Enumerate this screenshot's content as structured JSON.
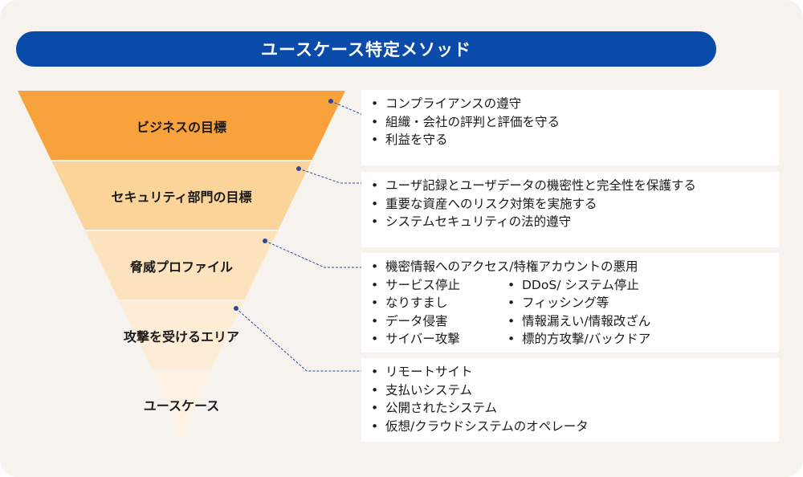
{
  "title": "ユースケース特定メソッド",
  "colors": {
    "title_bar": "#0a4aa8",
    "layer_1": "#f7a23c",
    "layer_2": "#fbd49a",
    "layer_3": "#fde3bd",
    "layer_4": "#fdecd6",
    "layer_5": "#fdf2e3",
    "connector": "#2d4a9a"
  },
  "layers": [
    {
      "label": "ビジネスの目標"
    },
    {
      "label": "セキュリティ部門の目標"
    },
    {
      "label": "脅威プロファイル"
    },
    {
      "label": "攻撃を受けるエリア"
    },
    {
      "label": "ユースケース"
    }
  ],
  "boxes": [
    {
      "items": [
        "コンプライアンスの遵守",
        "組織・会社の評判と評価を守る",
        "利益を守る"
      ]
    },
    {
      "items": [
        "ユーザ記録とユーザデータの機密性と完全性を保護する",
        "重要な資産へのリスク対策を実施する",
        "システムセキュリティの法的遵守"
      ]
    },
    {
      "items": [
        "機密情報へのアクセス/特権アカウントの悪用"
      ],
      "col_left": [
        "サービス停止",
        "なりすまし",
        "データ侵害",
        "サイバー攻撃"
      ],
      "col_right": [
        "DDoS/ システム停止",
        "フィッシング等",
        "情報漏えい/情報改ざん",
        "標的方攻撃/バックドア"
      ]
    },
    {
      "items": [
        "リモートサイト",
        "支払いシステム",
        "公開されたシステム",
        "仮想/クラウドシステムのオペレータ"
      ]
    }
  ],
  "bullet": "•"
}
